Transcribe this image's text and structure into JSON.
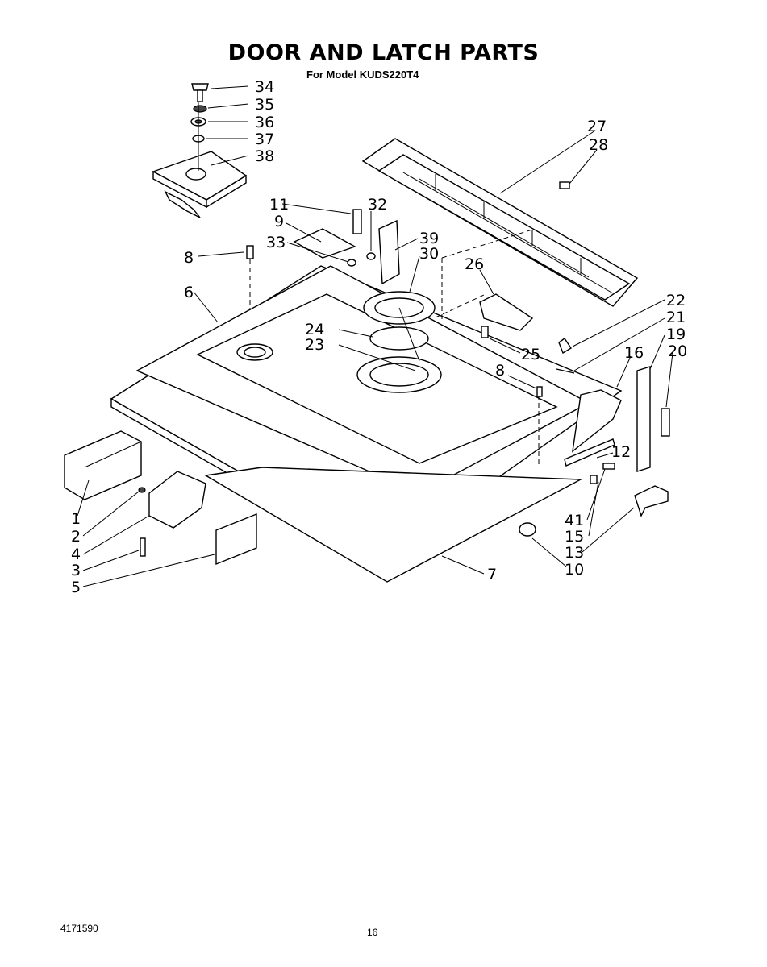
{
  "page": {
    "title": "DOOR AND LATCH PARTS",
    "subtitle": "For Model KUDS220T4",
    "doc_number": "4171590",
    "page_number": "16"
  },
  "callouts": [
    {
      "id": "c34",
      "label": "34"
    },
    {
      "id": "c35",
      "label": "35"
    },
    {
      "id": "c36",
      "label": "36"
    },
    {
      "id": "c37",
      "label": "37"
    },
    {
      "id": "c38",
      "label": "38"
    },
    {
      "id": "c27",
      "label": "27"
    },
    {
      "id": "c28",
      "label": "28"
    },
    {
      "id": "c11",
      "label": "11"
    },
    {
      "id": "c32",
      "label": "32"
    },
    {
      "id": "c9",
      "label": "9"
    },
    {
      "id": "c33",
      "label": "33"
    },
    {
      "id": "c39",
      "label": "39"
    },
    {
      "id": "c30",
      "label": "30"
    },
    {
      "id": "c8a",
      "label": "8"
    },
    {
      "id": "c26",
      "label": "26"
    },
    {
      "id": "c6",
      "label": "6"
    },
    {
      "id": "c22",
      "label": "22"
    },
    {
      "id": "c21",
      "label": "21"
    },
    {
      "id": "c19",
      "label": "19"
    },
    {
      "id": "c20",
      "label": "20"
    },
    {
      "id": "c24",
      "label": "24"
    },
    {
      "id": "c23",
      "label": "23"
    },
    {
      "id": "c25",
      "label": "25"
    },
    {
      "id": "c16",
      "label": "16"
    },
    {
      "id": "c8b",
      "label": "8"
    },
    {
      "id": "c12",
      "label": "12"
    },
    {
      "id": "c1",
      "label": "1"
    },
    {
      "id": "c2",
      "label": "2"
    },
    {
      "id": "c4",
      "label": "4"
    },
    {
      "id": "c3",
      "label": "3"
    },
    {
      "id": "c5",
      "label": "5"
    },
    {
      "id": "c41",
      "label": "41"
    },
    {
      "id": "c15",
      "label": "15"
    },
    {
      "id": "c13",
      "label": "13"
    },
    {
      "id": "c10",
      "label": "10"
    },
    {
      "id": "c7",
      "label": "7"
    }
  ]
}
